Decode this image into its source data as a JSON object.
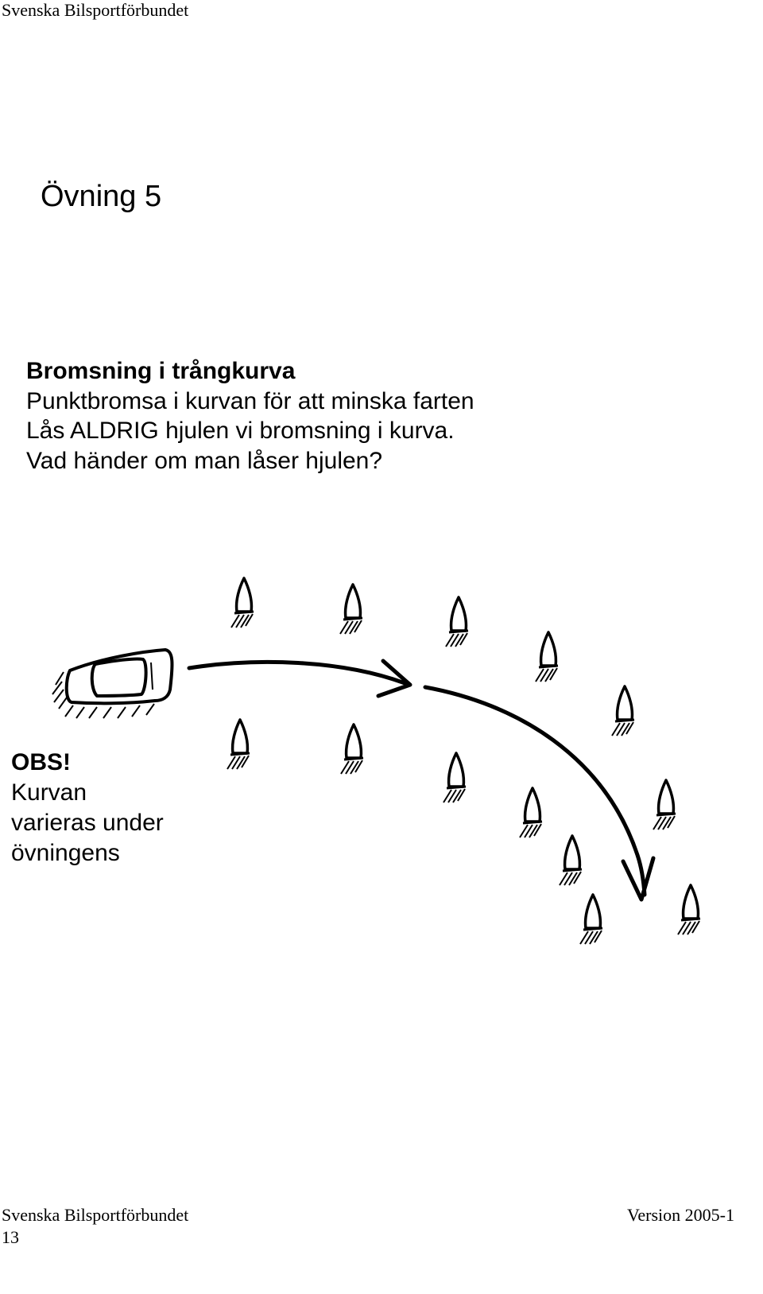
{
  "header": {
    "text": "Svenska Bilsportförbundet"
  },
  "title": "Övning 5",
  "exercise": {
    "subtitle": "Bromsning i trångkurva",
    "lines": [
      "Punktbromsa i kurvan för att minska farten",
      "Lås ALDRIG hjulen vi bromsning i kurva.",
      "Vad händer om man låser hjulen?"
    ]
  },
  "note": {
    "heading": "OBS!",
    "lines": [
      "Kurvan",
      "varieras under",
      "övningens"
    ]
  },
  "footer": {
    "left": "Svenska Bilsportförbundet",
    "right": "Version 2005-1",
    "page": "13"
  },
  "figure": {
    "icons": [
      "car-icon",
      "cone-icon",
      "arrow-icon"
    ]
  }
}
